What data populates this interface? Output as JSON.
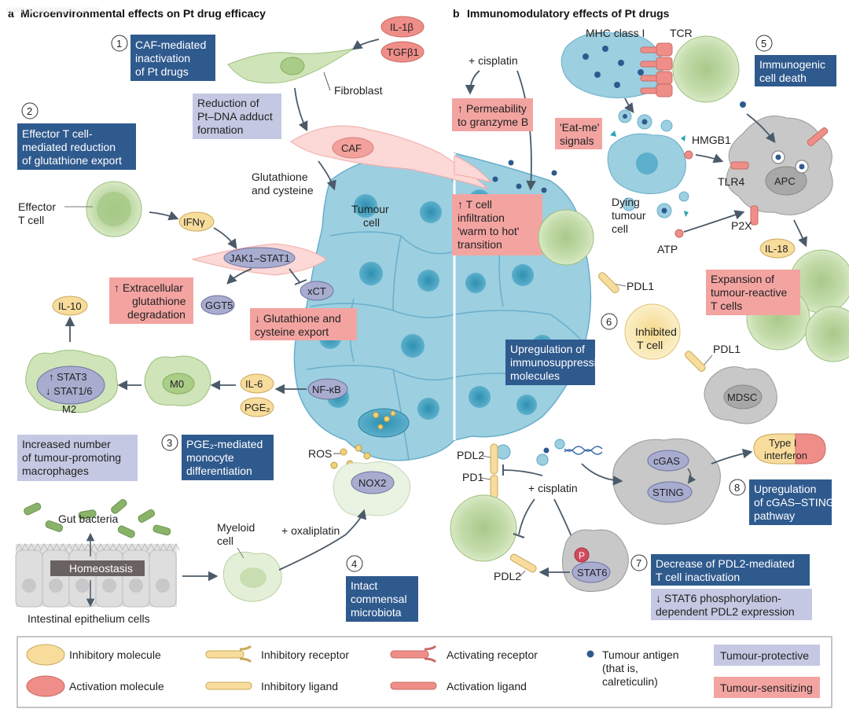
{
  "panels": {
    "a": {
      "letter": "a",
      "title": "Microenvironmental effects on Pt drug efficacy"
    },
    "b": {
      "letter": "b",
      "title": "Immunomodulatory effects of Pt drugs"
    }
  },
  "watermark": "www.yuaigongwu.com",
  "numbers": [
    "1",
    "2",
    "3",
    "4",
    "5",
    "6",
    "7",
    "8"
  ],
  "boxes": {
    "caf_inactivation": [
      "CAF-mediated",
      "inactivation",
      "of Pt drugs"
    ],
    "reduction_adduct": [
      "Reduction of",
      "Pt–DNA adduct",
      "formation"
    ],
    "effector_glutathione": [
      "Effector T cell-",
      "mediated reduction",
      "of glutathione export"
    ],
    "extracellular_degradation": [
      "↑ Extracellular",
      "glutathione",
      "degradation"
    ],
    "glutathione_export": [
      "↓ Glutathione and",
      "cysteine export"
    ],
    "pge2_monocyte": [
      "PGE₂-mediated",
      "monocyte",
      "differentiation"
    ],
    "increased_macrophages": [
      "Increased number",
      "of tumour-promoting",
      "macrophages"
    ],
    "intact_microbiota": [
      "Intact",
      "commensal",
      "microbiota"
    ],
    "permeability": [
      "↑ Permeability",
      "to granzyme B"
    ],
    "eat_me": [
      "'Eat-me'",
      "signals"
    ],
    "immunogenic": [
      "Immunogenic",
      "cell death"
    ],
    "t_cell_infiltration": [
      "↑ T cell",
      "infiltration",
      "'warm to hot'",
      "transition"
    ],
    "expansion": [
      "Expansion of",
      "tumour-reactive",
      "T cells"
    ],
    "upregulation_immuno": [
      "Upregulation of",
      "immunosuppressive",
      "molecules"
    ],
    "upregulation_cgas": [
      "Upregulation",
      "of cGAS–STING",
      "pathway"
    ],
    "decrease_pdl2": [
      "Decrease of PDL2-mediated",
      "T cell inactivation"
    ],
    "stat6_phos": [
      "↓ STAT6 phosphorylation-",
      "dependent PDL2 expression"
    ]
  },
  "labels": {
    "fibroblast": "Fibroblast",
    "caf": "CAF",
    "glutathione_cysteine": [
      "Glutathione",
      "and cysteine"
    ],
    "tumour_cell": [
      "Tumour",
      "cell"
    ],
    "effector_t_cell": [
      "Effector",
      "T cell"
    ],
    "ros": "ROS",
    "gut_bacteria": "Gut bacteria",
    "homeostasis": "Homeostasis",
    "intestinal": "Intestinal epithelium cells",
    "myeloid": [
      "Myeloid",
      "cell"
    ],
    "oxaliplatin": "+ oxaliplatin",
    "cisplatin_top": "+ cisplatin",
    "cisplatin_bottom": "+ cisplatin",
    "mhc": "MHC class I",
    "tcr": "TCR",
    "hmgb1": "HMGB1",
    "tlr4": "TLR4",
    "apc": "APC",
    "dying": [
      "Dying",
      "tumour",
      "cell"
    ],
    "p2x": "P2X",
    "atp": "ATP",
    "pdl1_a": "PDL1",
    "pdl1_b": "PDL1",
    "inhibited": [
      "Inhibited",
      "T cell"
    ],
    "mdsc": "MDSC",
    "pdl2_top": "PDL2",
    "pd1": "PD1",
    "pdl2_bottom": "PDL2",
    "m2": "M2",
    "m0": "M0",
    "p": "P"
  },
  "pills": {
    "il1b": "IL-1β",
    "tgfb1": "TGFβ1",
    "ifng": "IFNγ",
    "jak1": "JAK1–STAT1",
    "xct": "xCT",
    "ggt5": "GGT5",
    "il10": "IL-10",
    "stat3": "↑ STAT3",
    "stat16": "↓ STAT1/6",
    "il6": "IL-6",
    "pge2": "PGE₂",
    "nfkb": "NF-κB",
    "nox2": "NOX2",
    "il18": "IL-18",
    "cgas": "cGAS",
    "sting": "STING",
    "stat6": "STAT6",
    "type1": [
      "Type I",
      "interferon"
    ]
  },
  "legend": {
    "inhibitory_molecule": "Inhibitory molecule",
    "activation_molecule": "Activation molecule",
    "inhibitory_receptor": "Inhibitory receptor",
    "inhibitory_ligand": "Inhibitory ligand",
    "activating_receptor": "Activating receptor",
    "activation_ligand": "Activation ligand",
    "tumour_antigen": [
      "Tumour antigen",
      "(that is,",
      "calreticulin)"
    ],
    "tumour_protective": "Tumour-protective",
    "tumour_sensitizing": "Tumour-sensitizing"
  },
  "colors": {
    "blue_box": "#2f5a8e",
    "lavender_box": "#c5c8e2",
    "pink_box": "#f3a4a1",
    "tumour": "#82c0d6",
    "tcell": "#bcd3a2",
    "inhibitory_molecule": "#f7dc9c",
    "activation_molecule": "#ef8e88"
  }
}
